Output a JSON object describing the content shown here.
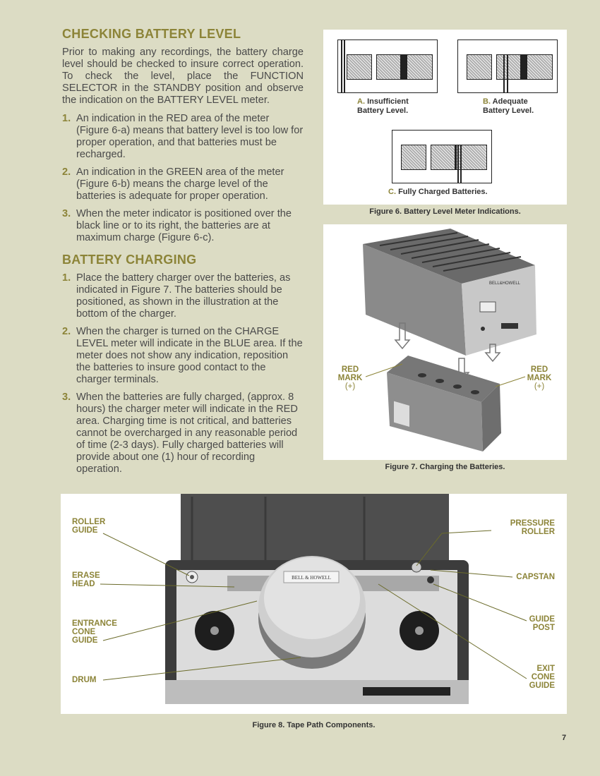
{
  "sections": {
    "checking": {
      "heading": "CHECKING BATTERY LEVEL",
      "intro": "Prior to making any recordings, the battery charge level should be checked to insure correct operation. To check the level, place the FUNCTION SELECTOR in the STANDBY position and observe the indication on the BATTERY LEVEL meter.",
      "items": [
        {
          "num": "1.",
          "text": "An indication in the RED area of the meter (Figure 6-a) means that battery level is too low for proper operation, and that batteries must be recharged."
        },
        {
          "num": "2.",
          "text": "An indication in the GREEN area of the meter (Figure 6-b) means the charge level of the batteries is adequate for proper operation."
        },
        {
          "num": "3.",
          "text": "When the meter indicator is positioned over the black line or to its right, the batteries are at maximum charge (Figure 6-c)."
        }
      ]
    },
    "charging": {
      "heading": "BATTERY CHARGING",
      "items": [
        {
          "num": "1.",
          "text": "Place the battery charger over the batteries, as indicated in Figure 7. The batteries should be positioned, as shown in the illustration at the bottom of the charger."
        },
        {
          "num": "2.",
          "text": "When the charger is turned on the CHARGE LEVEL meter will indicate in the BLUE area. If the meter does not show any indication, reposition the batteries to insure good contact to the charger terminals."
        },
        {
          "num": "3.",
          "text": "When the batteries are fully charged, (approx. 8 hours) the charger meter will indicate in the RED area. Charging time is not critical, and batteries cannot be overcharged in any reasonable period of time (2-3 days). Fully charged batteries will provide about one (1) hour of recording operation."
        }
      ]
    }
  },
  "figure6": {
    "caption": "Figure 6. Battery Level Meter Indications.",
    "a": {
      "key": "A.",
      "line1": "Insufficient",
      "line2": "Battery Level."
    },
    "b": {
      "key": "B.",
      "line1": "Adequate",
      "line2": "Battery Level."
    },
    "c": {
      "key": "C.",
      "line1": "Fully Charged Batteries."
    }
  },
  "figure7": {
    "caption": "Figure 7. Charging the Batteries.",
    "left_callout": {
      "l1": "RED",
      "l2": "MARK",
      "l3": "(+)"
    },
    "right_callout": {
      "l1": "RED",
      "l2": "MARK",
      "l3": "(+)"
    }
  },
  "figure8": {
    "caption": "Figure 8. Tape Path Components.",
    "labels": {
      "roller_guide": [
        "ROLLER",
        "GUIDE"
      ],
      "erase_head": [
        "ERASE",
        "HEAD"
      ],
      "entrance_cone_guide": [
        "ENTRANCE",
        "CONE",
        "GUIDE"
      ],
      "drum": [
        "DRUM"
      ],
      "pressure_roller": [
        "PRESSURE",
        "ROLLER"
      ],
      "capstan": [
        "CAPSTAN"
      ],
      "guide_post": [
        "GUIDE",
        "POST"
      ],
      "exit_cone_guide": [
        "EXIT",
        "CONE",
        "GUIDE"
      ]
    },
    "drum_badge": "BELL & HOWELL"
  },
  "page_number": "7",
  "colors": {
    "accent": "#8c8438",
    "page": "#dcdcc4",
    "text": "#4a4a4a"
  }
}
